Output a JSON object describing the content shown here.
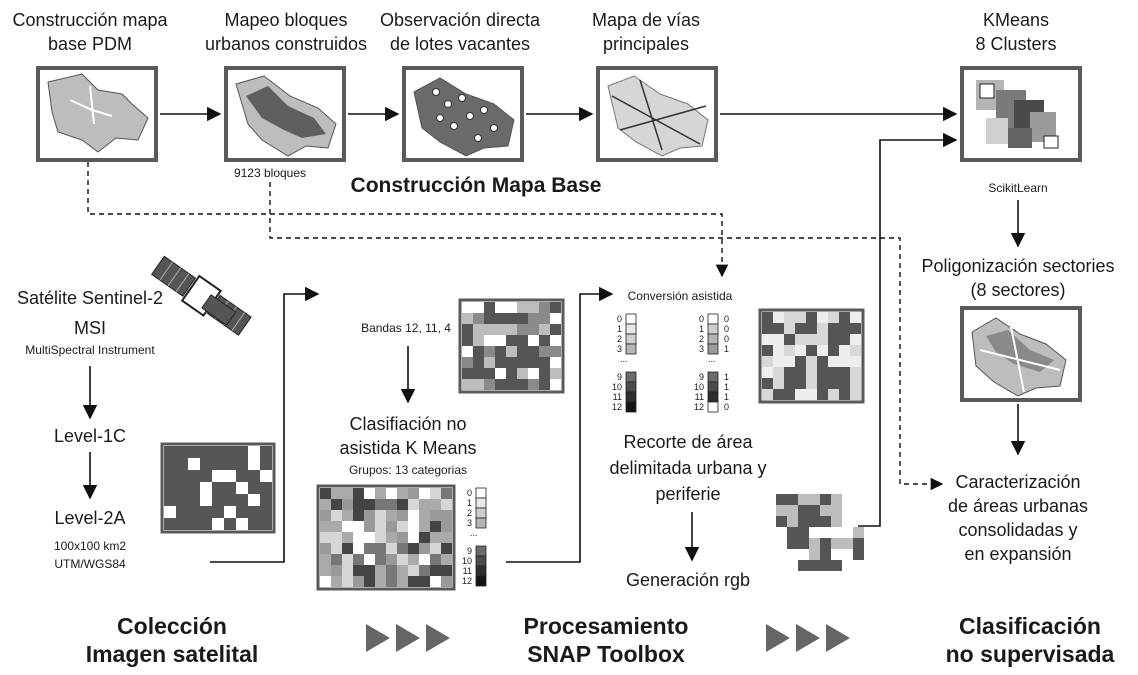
{
  "top": {
    "step1": [
      "Construcción mapa",
      "base PDM"
    ],
    "step2": [
      "Mapeo bloques",
      "urbanos construidos"
    ],
    "step2_note": "9123 bloques",
    "step3": [
      "Observación directa",
      "de lotes vacantes"
    ],
    "step4": [
      "Mapa de vías",
      "principales"
    ],
    "step5": [
      "KMeans",
      "8 Clusters"
    ],
    "step5_note": "ScikitLearn",
    "section_title": "Construcción Mapa Base"
  },
  "satellite": {
    "name": "Satélite Sentinel-2",
    "sensor": "MSI",
    "sensor_full": "MultiSpectral Instrument",
    "level1": "Level-1C",
    "level2": "Level-2A",
    "tile": "100x100 km2",
    "proj": "UTM/WGS84"
  },
  "processing": {
    "bands": "Bandas 12, 11, 4",
    "classification": [
      "Clasifiación no",
      "asistida K Means"
    ],
    "groups": "Grupos: 13 categorias",
    "conversion": "Conversión asistida",
    "clip": [
      "Recorte de área",
      "delimitada urbana y",
      "periferie"
    ],
    "rgb": "Generación rgb"
  },
  "legend": {
    "classes_top": [
      "0",
      "1",
      "2",
      "3"
    ],
    "ellipsis": "...",
    "classes_bottom": [
      "9",
      "10",
      "11",
      "12"
    ],
    "binary_top": [
      "0",
      "0",
      "0",
      "1"
    ],
    "binary_bottom": [
      "1",
      "1",
      "1",
      "0"
    ]
  },
  "right": {
    "polygon": [
      "Poligonización sectories",
      "(8 sectores)"
    ],
    "characterization": [
      "Caracterización",
      "de áreas urbanas",
      "consolidadas y",
      "en expansión"
    ]
  },
  "stages": {
    "collection": [
      "Colección",
      "Imagen satelital"
    ],
    "processing": [
      "Procesamiento",
      "SNAP Toolbox"
    ],
    "classification": [
      "Clasificación",
      "no supervisada"
    ]
  },
  "colors": {
    "frame": "#5a5a5a",
    "map_light": "#bdbdbd",
    "map_dark": "#5f5f5f",
    "grid_dark": "#555555",
    "grid_light": "#cfcfcf",
    "chevron": "#666666"
  }
}
